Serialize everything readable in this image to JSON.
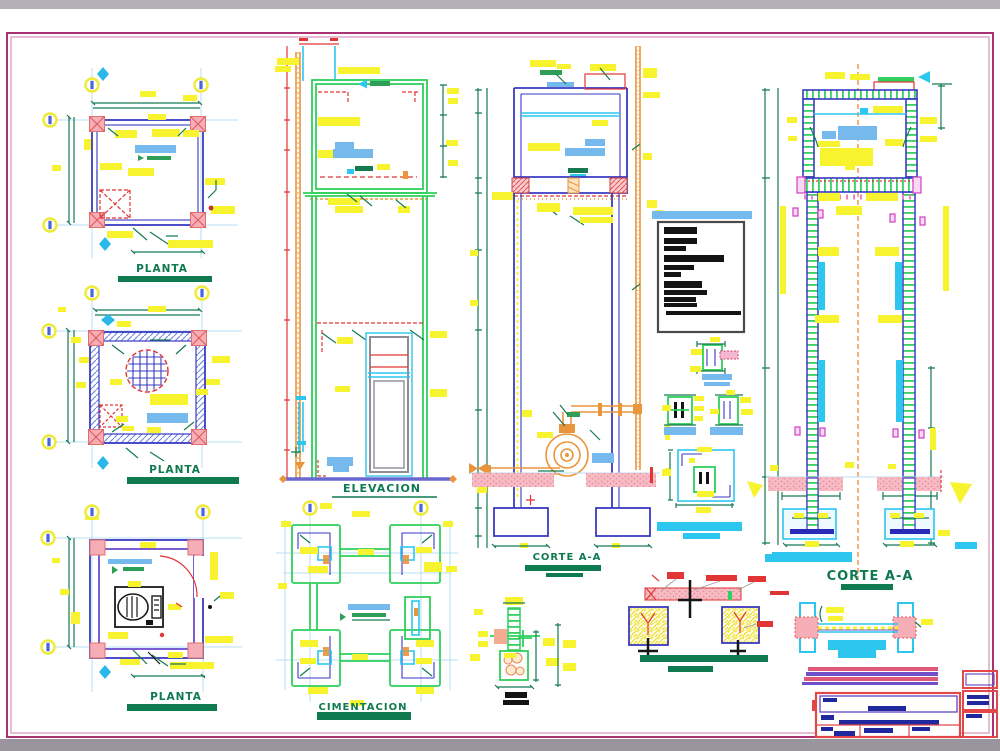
{
  "drawing": {
    "labels": {
      "planta_top": "PLANTA",
      "planta_mid": "PLANTA",
      "planta_bottom": "PLANTA",
      "elevacion": "ELEVACION",
      "cimentacion": "CIMENTACION",
      "corte_center": "CORTE A-A",
      "corte_right": "CORTE A-A"
    },
    "views": [
      "planta-top",
      "planta-mid",
      "planta-bottom",
      "elevacion",
      "cimentacion",
      "corte-a-a-center",
      "notes-box",
      "column-details",
      "corte-a-a-right",
      "beam-column-detail",
      "beam-detail",
      "foundation-small-detail",
      "title-block"
    ],
    "colors": {
      "paper": "#ffffff",
      "margin_gray": "#98959e",
      "frame_magenta": "#a93272",
      "annotation_yellow": "#f7f32e",
      "label_green": "#0f7a50",
      "structure_green": "#2fd05c",
      "wall_blue": "#3a3ac2",
      "cyan": "#2cc6ee",
      "light_blue": "#76b9ec",
      "pipe_orange": "#e9953b",
      "alert_red": "#e23535",
      "hatch_pink": "#f6aeb6",
      "title_red": "#e24848",
      "title_blue": "#20289e"
    }
  }
}
